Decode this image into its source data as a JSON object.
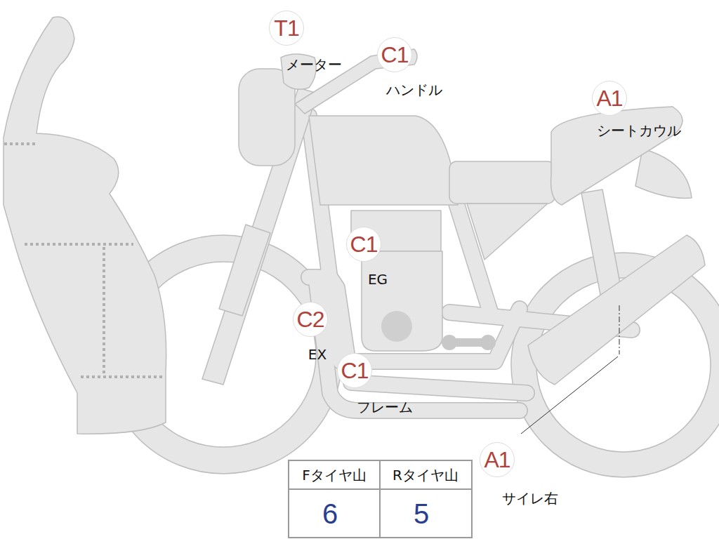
{
  "diagram": {
    "nodes": [
      {
        "text": [
          "T1",
          "メーター"
        ]
      },
      {
        "text": [
          "C1",
          "ハンドル"
        ]
      },
      {
        "text": [
          "A1",
          "シートカウル"
        ]
      },
      {
        "text": [
          "C1",
          "EG"
        ]
      },
      {
        "text": [
          "C2",
          "EX"
        ]
      },
      {
        "text": [
          "C1",
          "フレーム"
        ]
      },
      {
        "text": [
          "A1",
          "サイレ右"
        ]
      }
    ],
    "labels": [
      "Fタイヤ山",
      "Rタイヤ山",
      "6",
      "5"
    ]
  }
}
